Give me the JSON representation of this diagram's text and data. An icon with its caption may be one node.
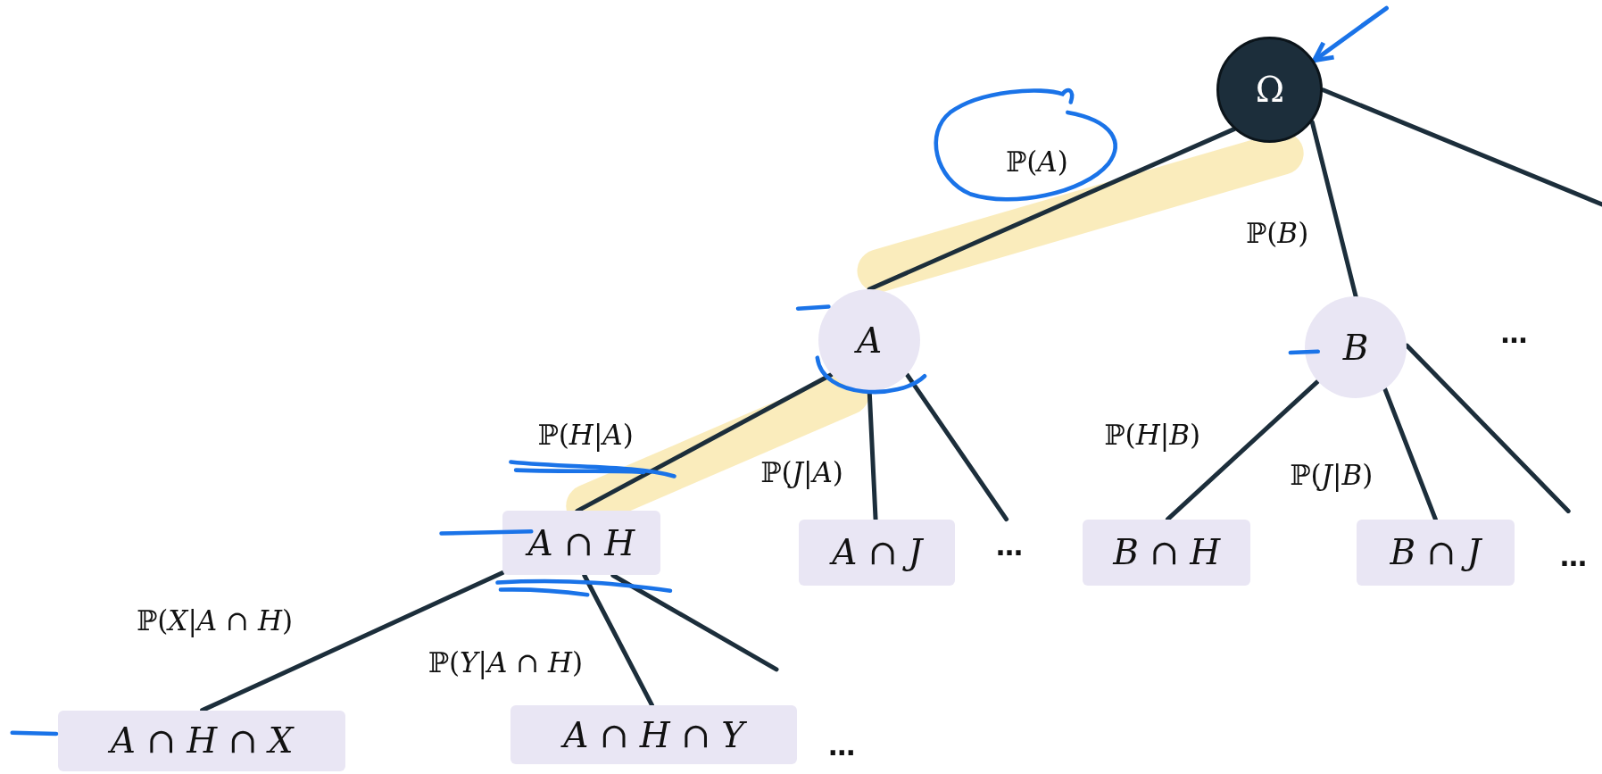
{
  "diagram": {
    "nodes": [
      {
        "text": [
          "Ω"
        ]
      },
      {
        "text": [
          "A"
        ]
      },
      {
        "text": [
          "B"
        ]
      },
      {
        "text": [
          "A ∩ H"
        ]
      },
      {
        "text": [
          "A ∩ J"
        ]
      },
      {
        "text": [
          "B ∩ H"
        ]
      },
      {
        "text": [
          "B ∩ J"
        ]
      },
      {
        "text": [
          "A ∩ H ∩ X"
        ]
      },
      {
        "text": [
          "A ∩ H ∩ Y"
        ]
      }
    ],
    "edges": [
      {
        "from": 0,
        "to": 1,
        "arrow": "none",
        "label": "ℙ(*A*)"
      },
      {
        "from": 0,
        "to": 2,
        "arrow": "none",
        "label": "ℙ(*B*)"
      },
      {
        "from": 0,
        "to": null,
        "arrow": "none"
      },
      {
        "from": 1,
        "to": 3,
        "arrow": "none",
        "label": "ℙ(*H*|*A*)"
      },
      {
        "from": 1,
        "to": 4,
        "arrow": "none",
        "label": "ℙ(*J*|*A*)"
      },
      {
        "from": 1,
        "to": null,
        "arrow": "none"
      },
      {
        "from": 2,
        "to": 5,
        "arrow": "none",
        "label": "ℙ(*H*|*B*)"
      },
      {
        "from": 2,
        "to": 6,
        "arrow": "none",
        "label": "ℙ(*J*|*B*)"
      },
      {
        "from": 2,
        "to": null,
        "arrow": "none"
      },
      {
        "from": 3,
        "to": 7,
        "arrow": "none",
        "label": "ℙ(*X*|*A* ∩ *H*)"
      },
      {
        "from": 3,
        "to": 8,
        "arrow": "none",
        "label": "ℙ(*Y*|*A* ∩ *H*)"
      },
      {
        "from": 3,
        "to": null,
        "arrow": "none"
      },
      {
        "from": null,
        "to": 0,
        "arrow": "to",
        "color": "#1a73e8"
      }
    ],
    "labels": [
      "…",
      "…",
      "…",
      "…"
    ]
  }
}
